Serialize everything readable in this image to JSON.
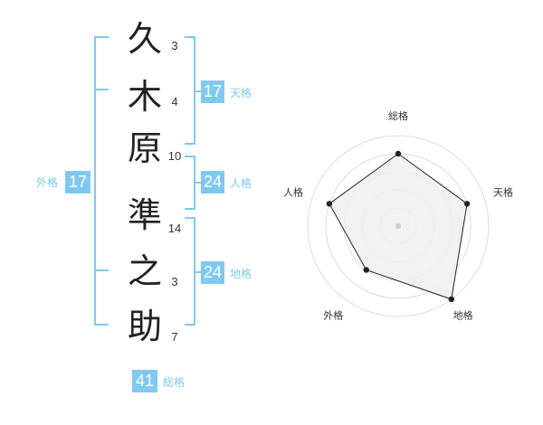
{
  "name": {
    "characters": [
      {
        "char": "久",
        "strokes": "3"
      },
      {
        "char": "木",
        "strokes": "4"
      },
      {
        "char": "原",
        "strokes": "10"
      },
      {
        "char": "準",
        "strokes": "14"
      },
      {
        "char": "之",
        "strokes": "3"
      },
      {
        "char": "助",
        "strokes": "7"
      }
    ]
  },
  "fortunes": {
    "tenkaku": {
      "value": "17",
      "label": "天格"
    },
    "jinkaku": {
      "value": "24",
      "label": "人格"
    },
    "chikaku": {
      "value": "24",
      "label": "地格"
    },
    "gaikaku": {
      "value": "17",
      "label": "外格"
    },
    "soukaku": {
      "value": "41",
      "label": "総格"
    }
  },
  "colors": {
    "accent": "#7fc9f0",
    "kanji_text": "#222222",
    "radar_fill": "#eeeeee",
    "radar_stroke": "#222222",
    "ring": "#dddddd"
  },
  "chart_data": {
    "type": "radar",
    "axes": [
      "総格",
      "天格",
      "地格",
      "外格",
      "人格"
    ],
    "values": [
      4,
      4,
      5,
      3,
      4
    ],
    "max": 5,
    "rings": 4
  }
}
